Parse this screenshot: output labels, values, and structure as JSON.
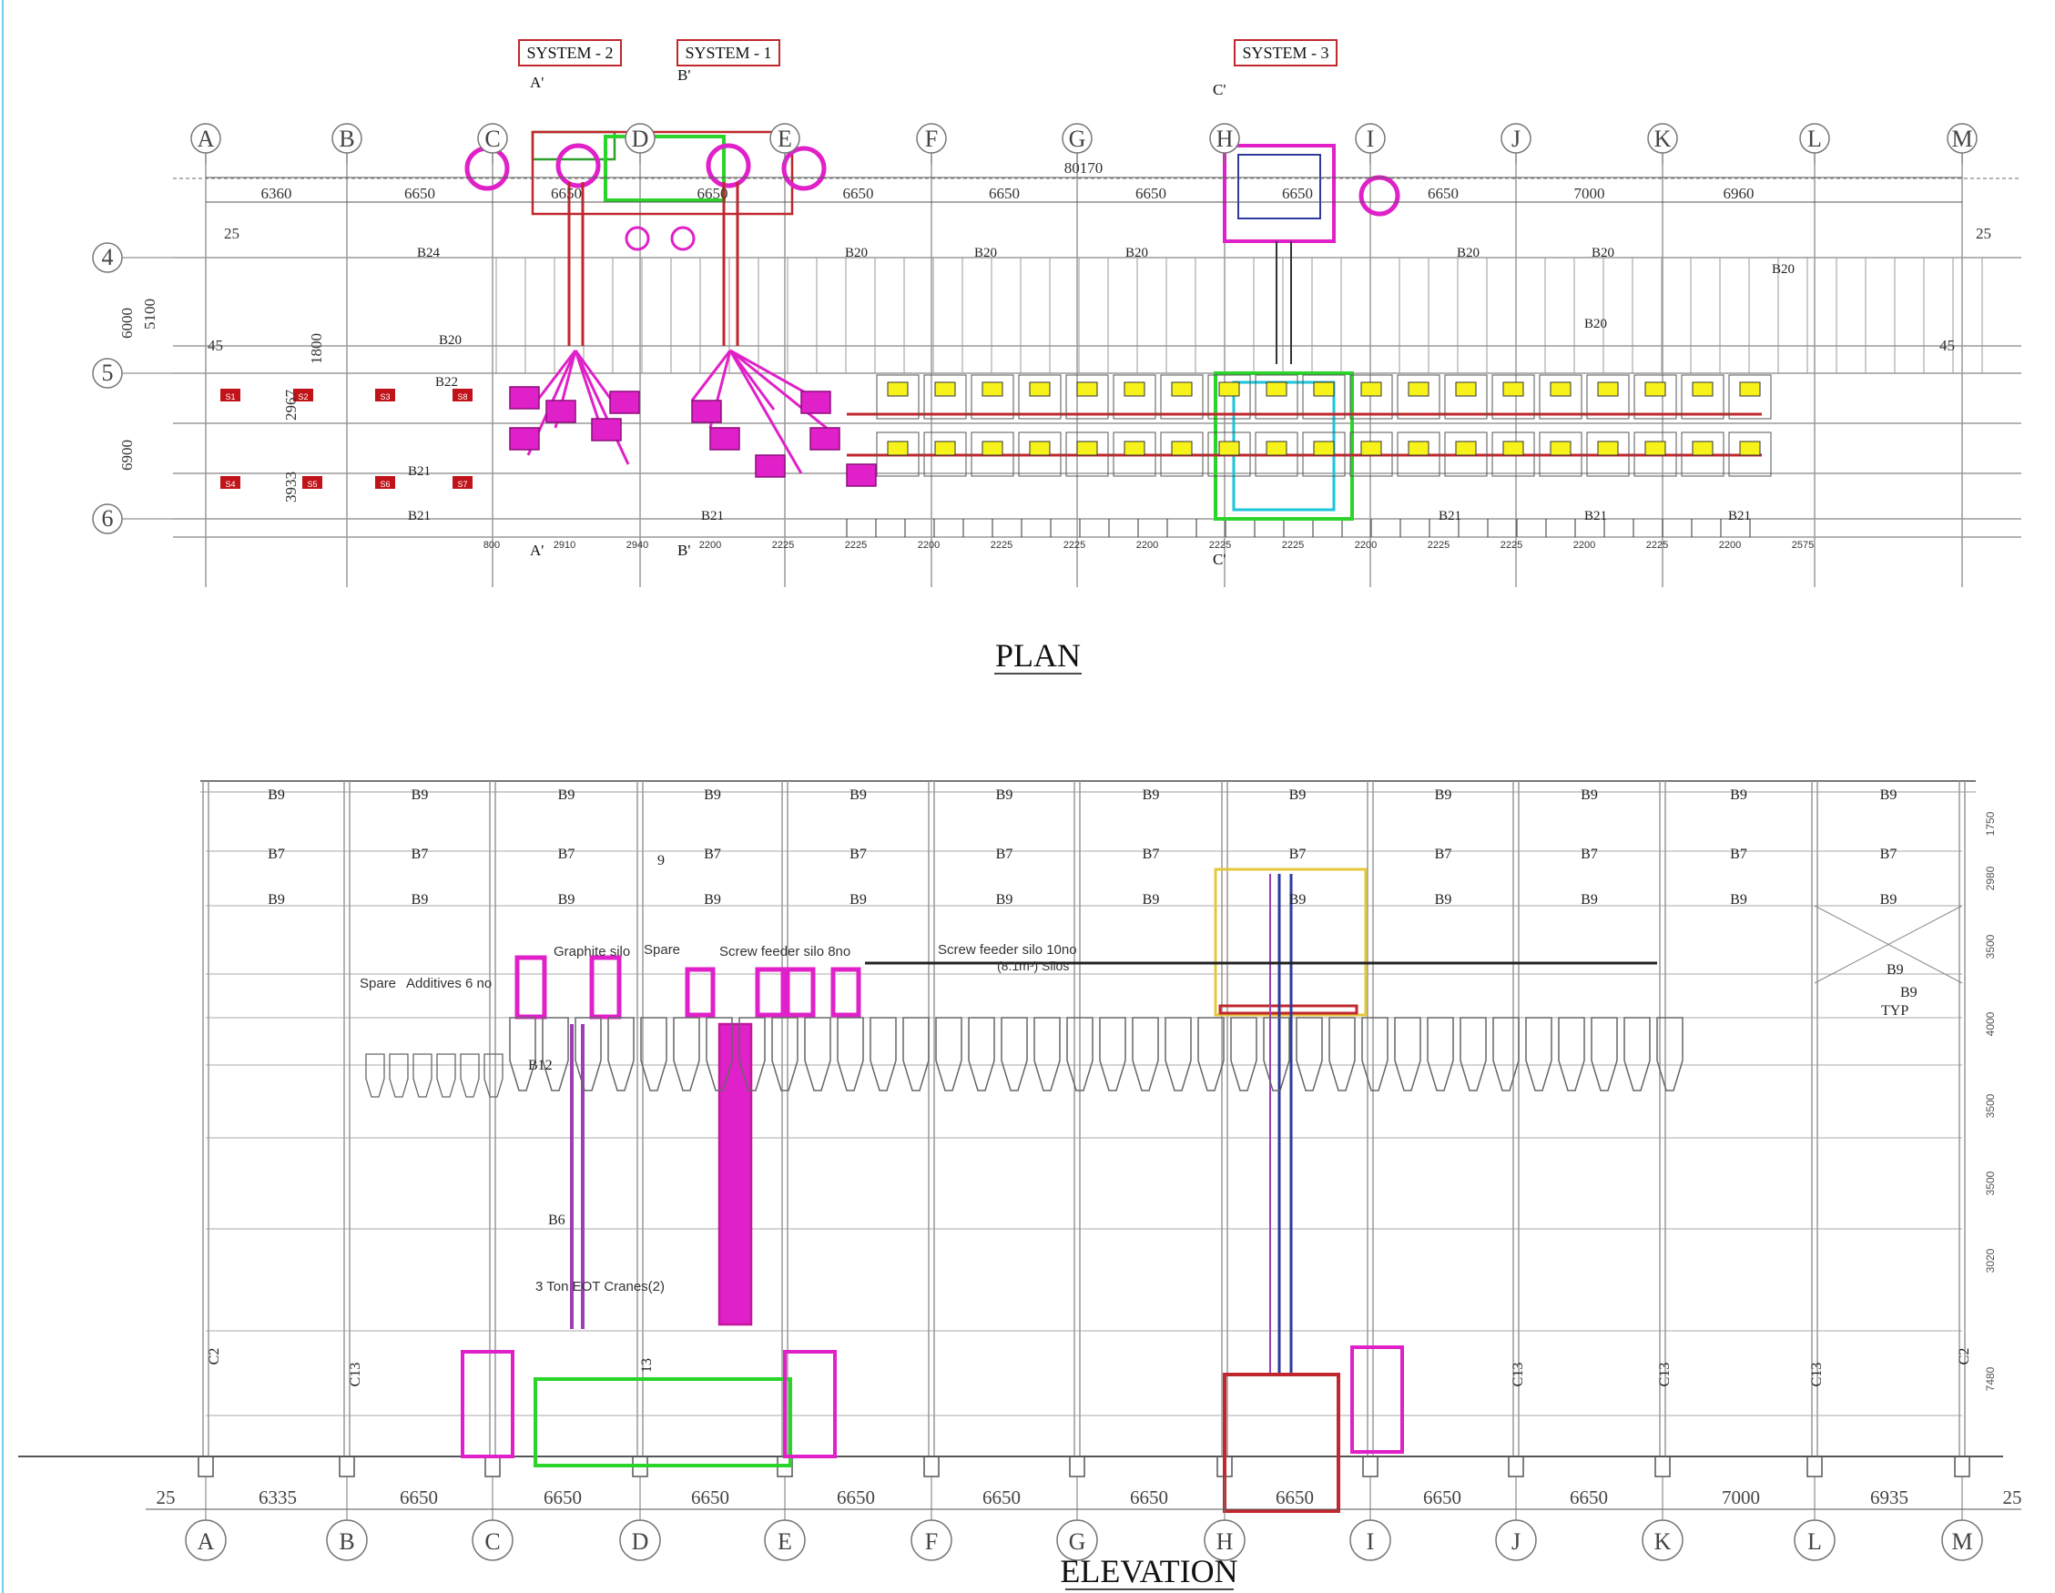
{
  "plan": {
    "title": "PLAN",
    "system_labels": [
      "SYSTEM - 2",
      "SYSTEM - 1",
      "SYSTEM - 3"
    ],
    "section_markers": [
      "A'",
      "B'",
      "C'"
    ],
    "grid_columns": [
      "A",
      "B",
      "C",
      "D",
      "E",
      "F",
      "G",
      "H",
      "I",
      "J",
      "K",
      "L",
      "M"
    ],
    "grid_rows": [
      "4",
      "5",
      "6"
    ],
    "overall_dimension": "80170",
    "column_dimensions": [
      "6360",
      "6650",
      "6650",
      "6650",
      "6650",
      "6650",
      "6650",
      "6650",
      "6650",
      "7000",
      "6960"
    ],
    "edge_dimensions": [
      "25",
      "25"
    ],
    "row_dimensions": [
      "6000",
      "6900",
      "5100",
      "1800",
      "2967",
      "3933",
      "45",
      "45"
    ],
    "bay_dimensions": [
      "800",
      "2910",
      "2940",
      "2200",
      "2225",
      "2225",
      "2200",
      "2225",
      "2225",
      "2200",
      "2225",
      "2225",
      "2200",
      "2225",
      "2225",
      "2200",
      "2225",
      "2200",
      "2575"
    ],
    "beams": [
      "B24",
      "B20",
      "B22",
      "B21",
      "B21",
      "B20"
    ],
    "silo_tags_red": [
      "S1",
      "S2",
      "S3",
      "S4",
      "S5",
      "S6",
      "S7",
      "S8"
    ]
  },
  "elevation": {
    "title": "ELEVATION",
    "grid_columns": [
      "A",
      "B",
      "C",
      "D",
      "E",
      "F",
      "G",
      "H",
      "I",
      "J",
      "K",
      "L",
      "M"
    ],
    "bottom_dimensions": [
      "25",
      "6335",
      "6650",
      "6650",
      "6650",
      "6650",
      "6650",
      "6650",
      "6650",
      "6650",
      "6650",
      "7000",
      "6935",
      "25"
    ],
    "beam_rows": [
      {
        "label": "B9",
        "count": 12
      },
      {
        "label": "B7",
        "count": 12
      },
      {
        "label": "B9",
        "count": 12
      }
    ],
    "extra_beams": [
      "B12",
      "B6",
      "B9",
      "B9",
      "TYP",
      "9"
    ],
    "column_labels": [
      "C2",
      "C13",
      "13",
      "C13",
      "C13",
      "C13",
      "C2"
    ],
    "right_dimensions": [
      "1750",
      "2980",
      "3500",
      "4000",
      "3500",
      "3500",
      "3020",
      "7480"
    ],
    "annotations": [
      "Graphite silo",
      "Spare",
      "Additives 6 no",
      "Screw feeder silo 8no",
      "Screw feeder silo 10no",
      "(8.1m³) Silos",
      "3 Ton EOT Cranes(2)"
    ]
  },
  "colors": {
    "equipment_magenta": "#e020c8",
    "pipe_red": "#c1272d",
    "frame_green": "#2bd42b",
    "cyan": "#1bc6d8",
    "tag_yellow": "#f7f21a",
    "tag_red": "#c0141a",
    "grid_grey": "#9a9a9a"
  }
}
